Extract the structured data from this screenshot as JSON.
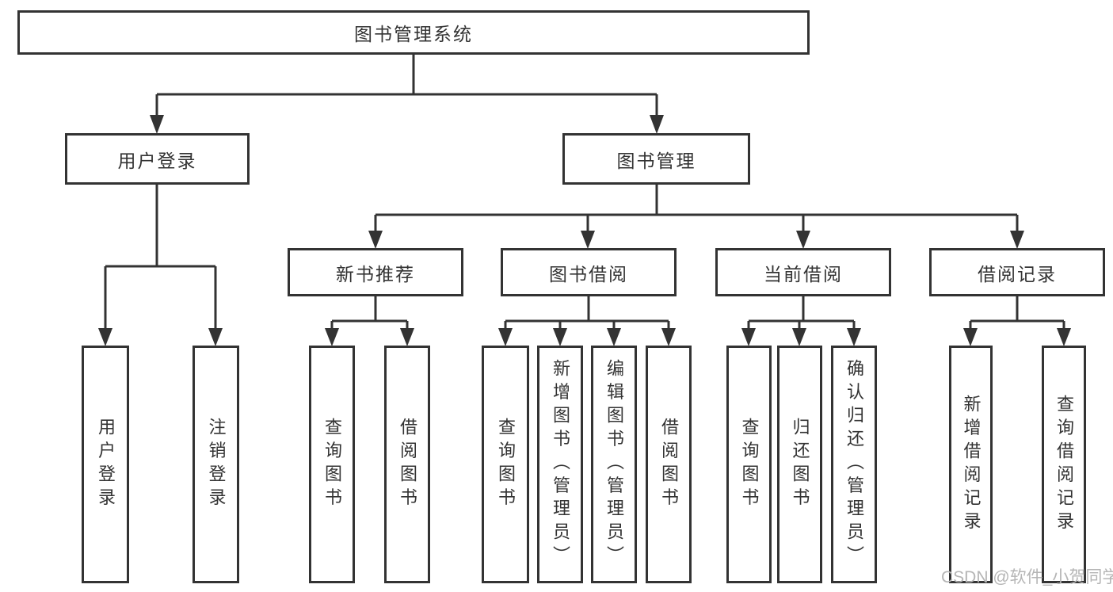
{
  "tree": {
    "root": {
      "label": "图书管理系统"
    },
    "level2": [
      {
        "label": "用户登录"
      },
      {
        "label": "图书管理"
      }
    ],
    "level3": [
      {
        "label": "新书推荐"
      },
      {
        "label": "图书借阅"
      },
      {
        "label": "当前借阅"
      },
      {
        "label": "借阅记录"
      }
    ],
    "leaves": {
      "user_login": [
        "用户登录",
        "注销登录"
      ],
      "new_books": [
        "查询图书",
        "借阅图书"
      ],
      "book_borrow": [
        "查询图书",
        "新增图书（管理员）",
        "编辑图书（管理员）",
        "借阅图书"
      ],
      "current_borrow": [
        "查询图书",
        "归还图书",
        "确认归还（管理员）"
      ],
      "borrow_records": [
        "新增借阅记录",
        "查询借阅记录"
      ]
    }
  },
  "watermark": {
    "text": "CSDN @软件_小贺同学",
    "color": "#b5b5b5"
  },
  "colors": {
    "line": "#333333",
    "box_border": "#333333",
    "box_bg": "#ffffff",
    "text": "#333333"
  }
}
